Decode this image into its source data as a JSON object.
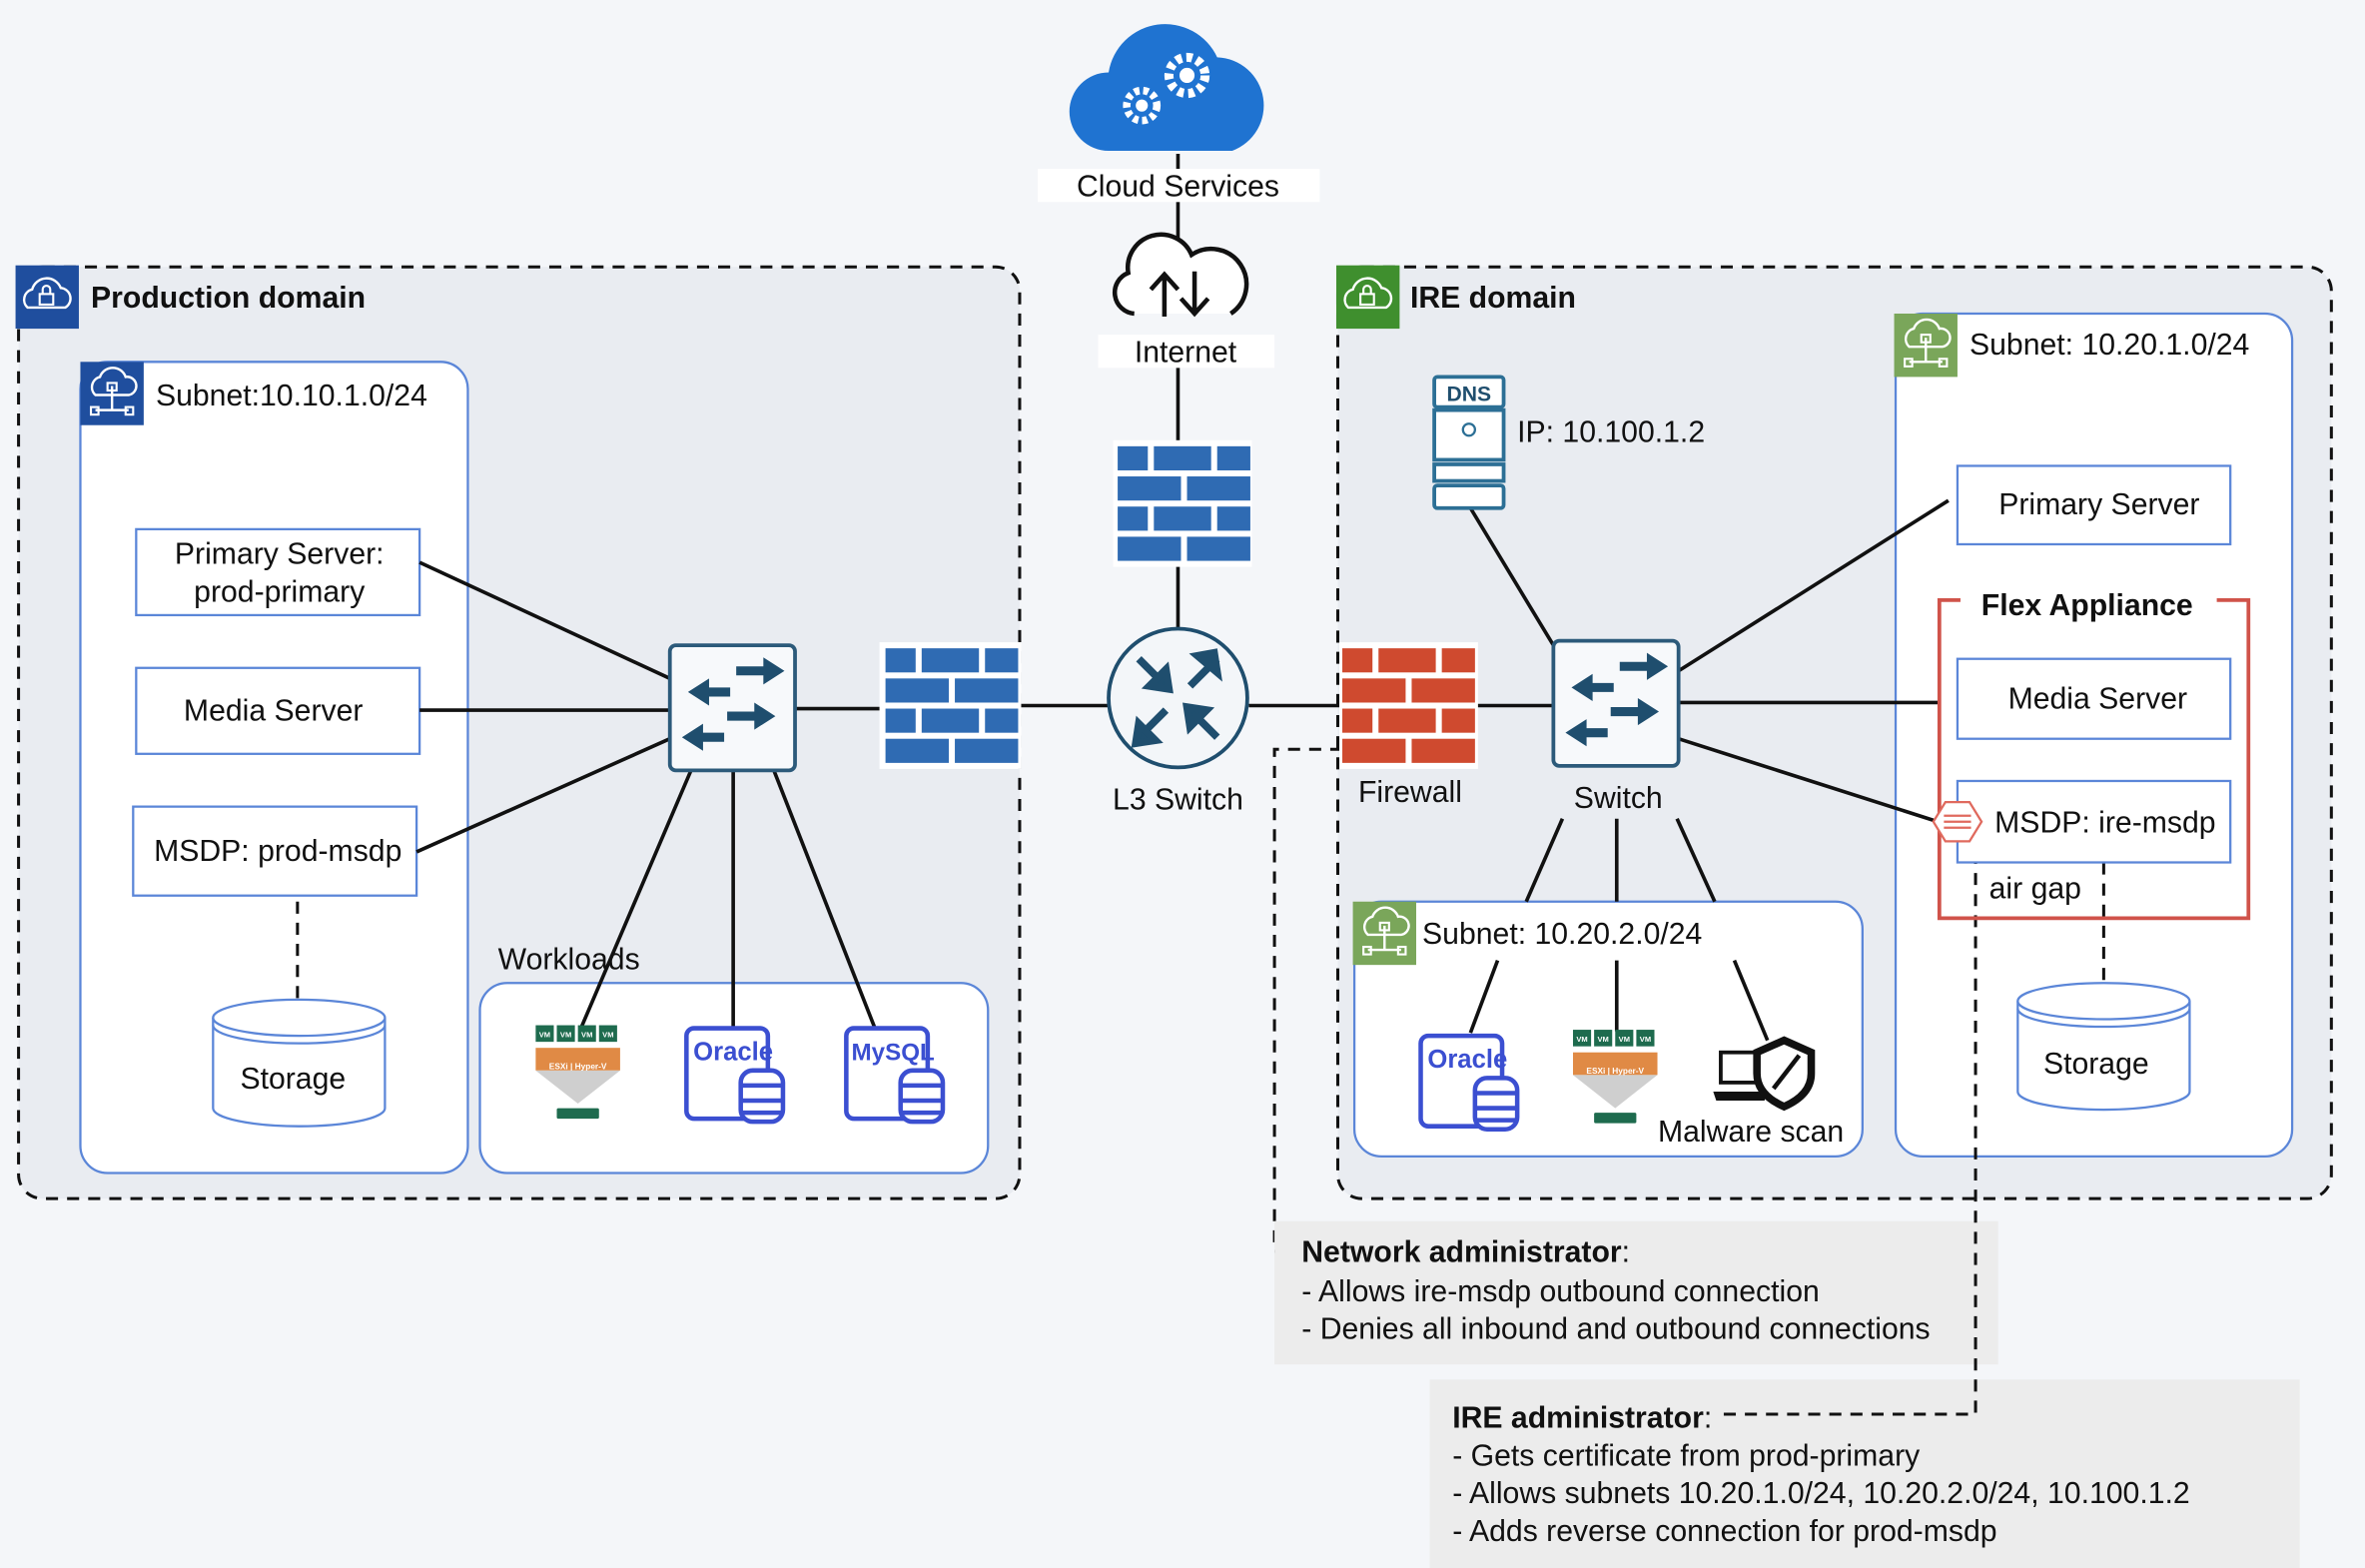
{
  "cloud": {
    "label": "Cloud Services",
    "icon": "cloud-gears-icon",
    "color": "#1f73d1"
  },
  "internet": {
    "label": "Internet",
    "icon": "cloud-upload-download-icon"
  },
  "l3_switch": {
    "label": "L3 Switch"
  },
  "production": {
    "title": "Production domain",
    "color": "#1f4e9e",
    "subnet": "Subnet:10.10.1.0/24",
    "primary_line1": "Primary Server:",
    "primary_line2": "prod-primary",
    "media": "Media Server",
    "msdp": "MSDP: prod-msdp",
    "storage": "Storage",
    "workloads": "Workloads",
    "workload_icons": {
      "esxi_vm": "VM",
      "esxi": "ESXi | Hyper-V",
      "oracle": "Oracle",
      "mysql": "MySQL"
    }
  },
  "ire": {
    "title": "IRE domain",
    "color": "#3f8f2e",
    "dns_badge": "DNS",
    "dns_ip": "IP: 10.100.1.2",
    "firewall": "Firewall",
    "firewall_color": "#cf4a2f",
    "switch": "Switch",
    "subnet1": "Subnet: 10.20.1.0/24",
    "primary": "Primary Server",
    "flex": "Flex Appliance",
    "media": "Media Server",
    "msdp": "MSDP: ire-msdp",
    "air_gap": "air gap",
    "storage": "Storage",
    "subnet2": "Subnet: 10.20.2.0/24",
    "oracle": "Oracle",
    "esxi_vm": "VM",
    "esxi": "ESXi | Hyper-V",
    "malware": "Malware scan"
  },
  "notes": {
    "network_admin": {
      "title": "Network administrator",
      "lines": [
        "- Allows ire-msdp outbound connection",
        "- Denies all inbound and outbound connections"
      ]
    },
    "ire_admin": {
      "title": "IRE administrator",
      "lines": [
        "- Gets certificate from prod-primary",
        "- Allows subnets 10.20.1.0/24, 10.20.2.0/24, 10.100.1.2",
        "- Adds reverse connection for prod-msdp"
      ]
    }
  }
}
